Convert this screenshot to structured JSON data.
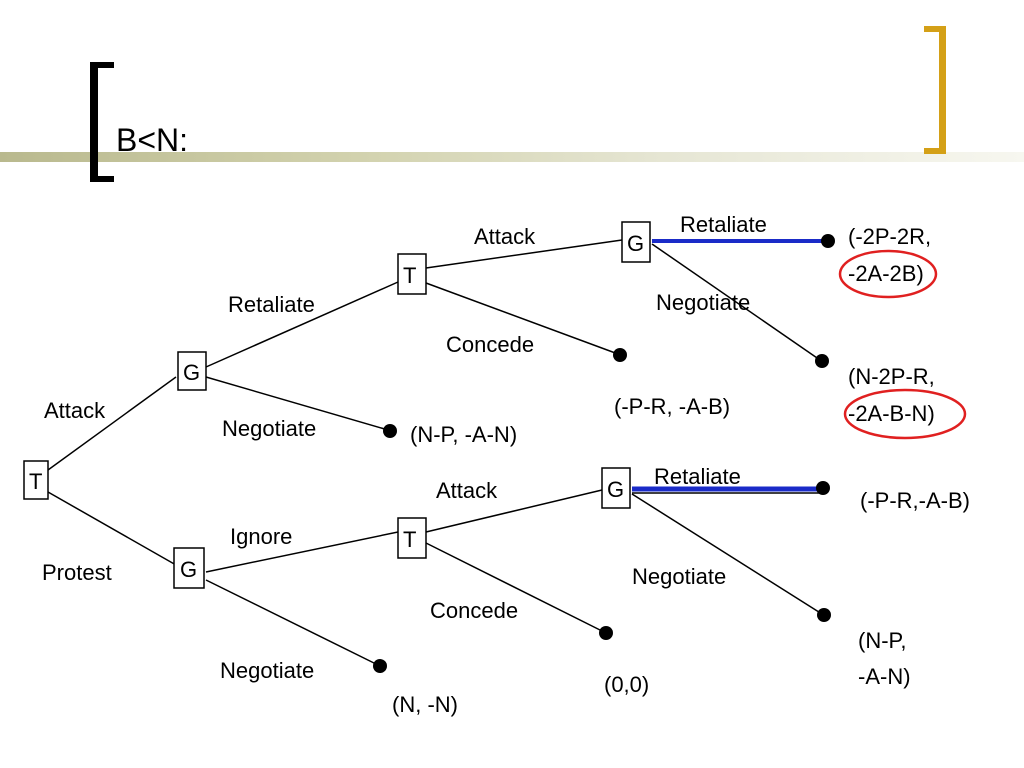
{
  "slide": {
    "title": "B<N:"
  },
  "colors": {
    "highlight_line": "#1a2bc8",
    "circle": "#e02020",
    "bracket_right": "#d4a017"
  },
  "nodes": {
    "root": "T",
    "g_attack": "G",
    "g_protest": "G",
    "t_upper": "T",
    "t_lower": "T",
    "g_upper_right": "G",
    "g_lower_right": "G"
  },
  "edges": {
    "root_attack": "Attack",
    "root_protest": "Protest",
    "g1_retaliate": "Retaliate",
    "g1_negotiate": "Negotiate",
    "g2_ignore": "Ignore",
    "g2_negotiate": "Negotiate",
    "t1_attack": "Attack",
    "t1_concede": "Concede",
    "t2_attack": "Attack",
    "t2_concede": "Concede",
    "g3_retaliate": "Retaliate",
    "g3_negotiate": "Negotiate",
    "g4_retaliate": "Retaliate",
    "g4_negotiate": "Negotiate"
  },
  "payoffs": {
    "g3_retaliate_line1": "(-2P-2R,",
    "g3_retaliate_line2": "-2A-2B)",
    "g3_negotiate_line1": "(N-2P-R,",
    "g3_negotiate_line2": "-2A-B-N)",
    "t1_concede": "(-P-R, -A-B)",
    "g1_negotiate": "(N-P, -A-N)",
    "g4_retaliate": "(-P-R,-A-B)",
    "g4_negotiate_line1": "(N-P,",
    "g4_negotiate_line2": "-A-N)",
    "t2_concede": "(0,0)",
    "g2_negotiate": "(N, -N)"
  }
}
